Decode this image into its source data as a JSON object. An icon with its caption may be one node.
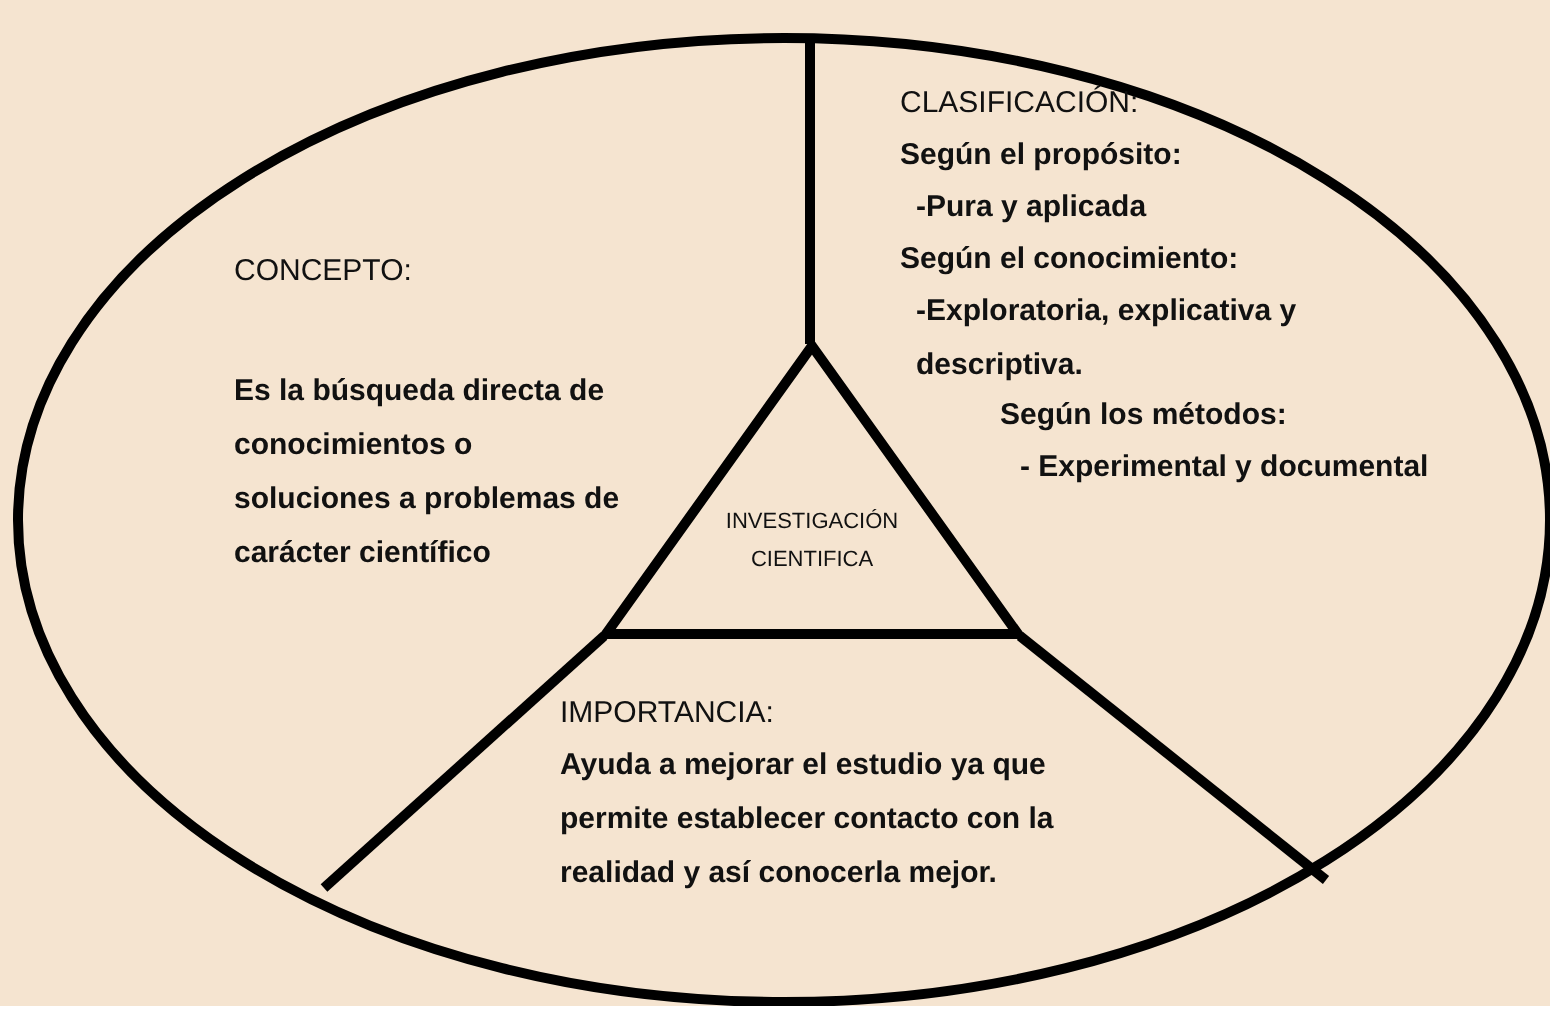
{
  "diagram": {
    "nodes": [
      {
        "text": [],
        "shape": "ellipse"
      },
      {
        "text": [
          "INVESTIGACIÓN CIENTIFICA"
        ],
        "in": 0
      },
      {
        "text": [
          "CONCEPTO:",
          "Es la búsqueda directa de conocimientos o soluciones a problemas de carácter científico"
        ],
        "in": 0
      },
      {
        "text": [
          "CLASIFICACIÓN:",
          "Según el propósito:",
          "-Pura y aplicada",
          "Según el conocimiento:",
          "-Exploratoria, explicativa y descriptiva.",
          "Según los métodos:",
          "- Experimental y documental"
        ],
        "in": 0
      },
      {
        "text": [
          "IMPORTANCIA:",
          "Ayuda a mejorar el estudio ya que permite establecer contacto con la realidad y así conocerla mejor."
        ],
        "in": 0
      }
    ]
  }
}
